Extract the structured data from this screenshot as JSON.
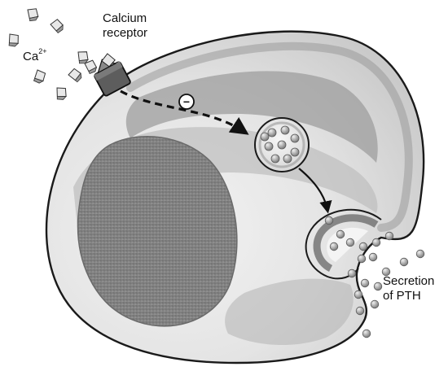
{
  "labels": {
    "ion_symbol": "Ca",
    "ion_charge": "2+",
    "receptor_line1": "Calcium",
    "receptor_line2": "receptor",
    "inhibition_symbol": "−",
    "secretion_line1": "Secretion",
    "secretion_line2": "of PTH"
  },
  "icons": {
    "ion": "ca-ion-crystal-icon",
    "granule": "pth-granule",
    "inhibition": "minus-circle-icon"
  },
  "colors": {
    "outline": "#1a1a1a",
    "cytoplasm_light": "#e9e9e9",
    "cytoplasm_mid": "#b9b9b9",
    "cytoplasm_dark": "#8e8e8e",
    "nucleus": "#8a8a8a",
    "granule": "#a8a8a8"
  }
}
